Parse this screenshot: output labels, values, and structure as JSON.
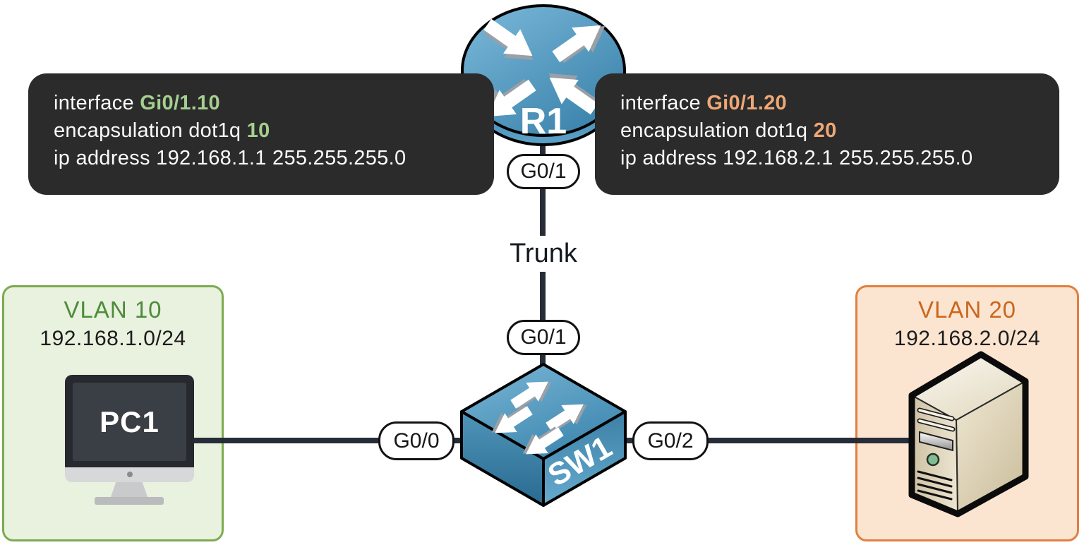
{
  "router": {
    "label": "R1",
    "port_label": "G0/1"
  },
  "switch": {
    "label": "SW1",
    "uplink_port_label": "G0/1",
    "pc_port_label": "G0/0",
    "server_port_label": "G0/2"
  },
  "trunk": {
    "label": "Trunk"
  },
  "pc": {
    "label": "PC1"
  },
  "vlan10": {
    "title": "VLAN 10",
    "subnet": "192.168.1.0/24",
    "accent_color": "#4c8c39",
    "border_color": "#7cab4f",
    "bg_color": "#e9f1df"
  },
  "vlan20": {
    "title": "VLAN 20",
    "subnet": "192.168.2.0/24",
    "accent_color": "#ca661d",
    "border_color": "#e08040",
    "bg_color": "#fbe5d1"
  },
  "config_left": {
    "line1_text": "interface ",
    "line1_value": "Gi0/1.10",
    "line2_text": "encapsulation dot1q ",
    "line2_value": "10",
    "line3_text": "ip address 192.168.1.1 255.255.255.0",
    "accent_color": "#a5cf8f"
  },
  "config_right": {
    "line1_text": "interface ",
    "line1_value": "Gi0/1.20",
    "line2_text": "encapsulation dot1q ",
    "line2_value": "20",
    "line3_text": "ip address 192.168.2.1 255.255.255.0",
    "accent_color": "#efa775"
  }
}
